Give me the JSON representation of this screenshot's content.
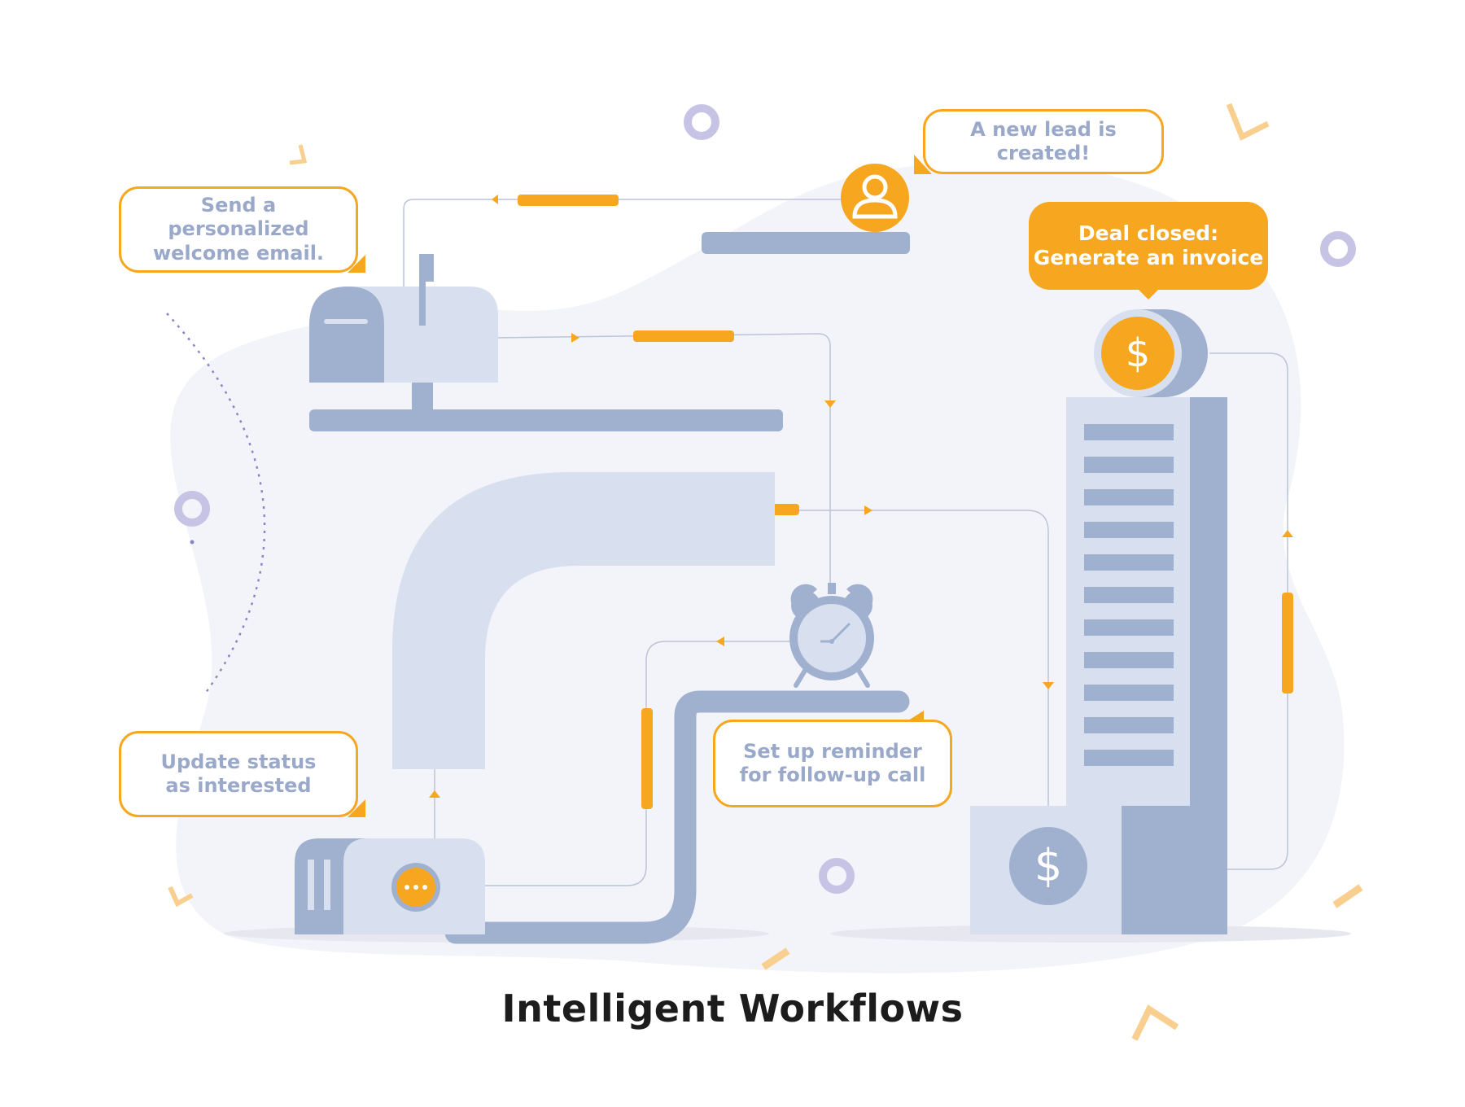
{
  "title": "Intelligent Workflows",
  "bubbles": {
    "new_lead": "A new lead is created!",
    "welcome_email": "Send a personalized welcome email.",
    "deal_closed_line1": "Deal closed:",
    "deal_closed_line2": "Generate an invoice",
    "update_status": "Update status as interested",
    "reminder": "Set up reminder for follow-up call"
  },
  "icons": {
    "dollar_symbol": "$",
    "lead": "user-icon",
    "email": "mailbox-icon",
    "reminder": "alarm-clock-icon",
    "invoice": "dollar-coin-icon",
    "building": "office-building-icon",
    "status": "chat-dots-icon"
  },
  "colors": {
    "accent": "#f6a71f",
    "slate": "#a0b0cf",
    "light_slate": "#d8dfee",
    "blob": "#f3f4fa",
    "ring": "#c7c3e4",
    "text_muted": "#9aa9c9",
    "title": "#1c1c1c"
  }
}
